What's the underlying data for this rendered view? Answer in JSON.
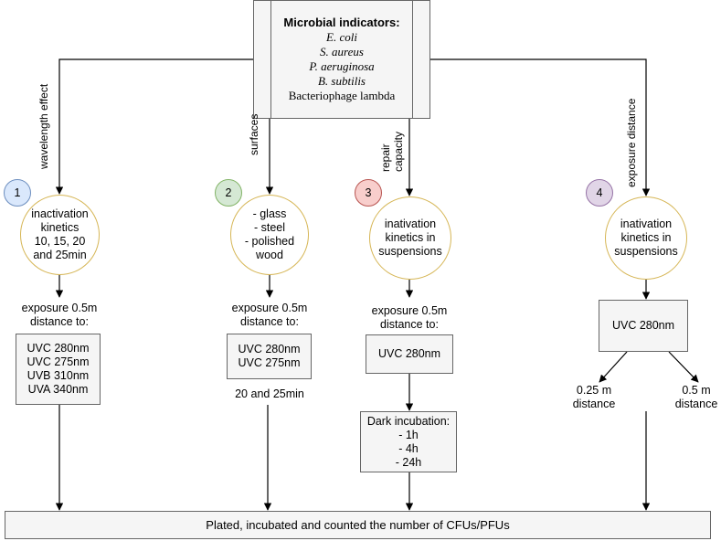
{
  "indicators": {
    "title": "Microbial indicators:",
    "organisms": [
      "E. coli",
      "S. aureus",
      "P. aeruginosa",
      "B. subtilis"
    ],
    "phage": "Bacteriophage lambda"
  },
  "branches": [
    {
      "number": "1",
      "badge_fill": "#dae8fc",
      "badge_stroke": "#6c8ebf",
      "arrow_label": "wavelength effect",
      "circle_lines": [
        "inactivation",
        "kinetics",
        "10, 15, 20",
        "and 25min"
      ],
      "exposure_lines": [
        "exposure 0.5m",
        "distance to:"
      ],
      "box_lines": [
        "UVC 280nm",
        "UVC 275nm",
        "UVB 310nm",
        "UVA 340nm"
      ]
    },
    {
      "number": "2",
      "badge_fill": "#d5e8d4",
      "badge_stroke": "#82b366",
      "arrow_label": "surfaces",
      "circle_lines": [
        "- glass",
        "- steel",
        "- polished",
        "wood"
      ],
      "exposure_lines": [
        "exposure 0.5m",
        "distance to:"
      ],
      "box_lines": [
        "UVC 280nm",
        "UVC 275nm"
      ],
      "after_box": "20 and 25min"
    },
    {
      "number": "3",
      "badge_fill": "#f8cecc",
      "badge_stroke": "#b85450",
      "arrow_label_lines": [
        "repair",
        "capacity"
      ],
      "circle_lines": [
        "inativation",
        "kinetics in",
        "suspensions"
      ],
      "exposure_lines": [
        "exposure 0.5m",
        "distance to:"
      ],
      "box_lines": [
        "UVC 280nm"
      ],
      "incubation_lines": [
        "Dark incubation:",
        "- 1h",
        "- 4h",
        "- 24h"
      ]
    },
    {
      "number": "4",
      "badge_fill": "#e1d5e7",
      "badge_stroke": "#9673a6",
      "arrow_label": "exposure distance",
      "circle_lines": [
        "inativation",
        "kinetics in",
        "suspensions"
      ],
      "box_lines": [
        "UVC 280nm"
      ],
      "distances": [
        [
          "0.25 m",
          "distance"
        ],
        [
          "0.5 m",
          "distance"
        ]
      ]
    }
  ],
  "bottom": "Plated, incubated and counted the number of CFUs/PFUs",
  "colors": {
    "circle_stroke": "#d6b656",
    "box_fill": "#f5f5f5",
    "box_stroke": "#666666"
  }
}
